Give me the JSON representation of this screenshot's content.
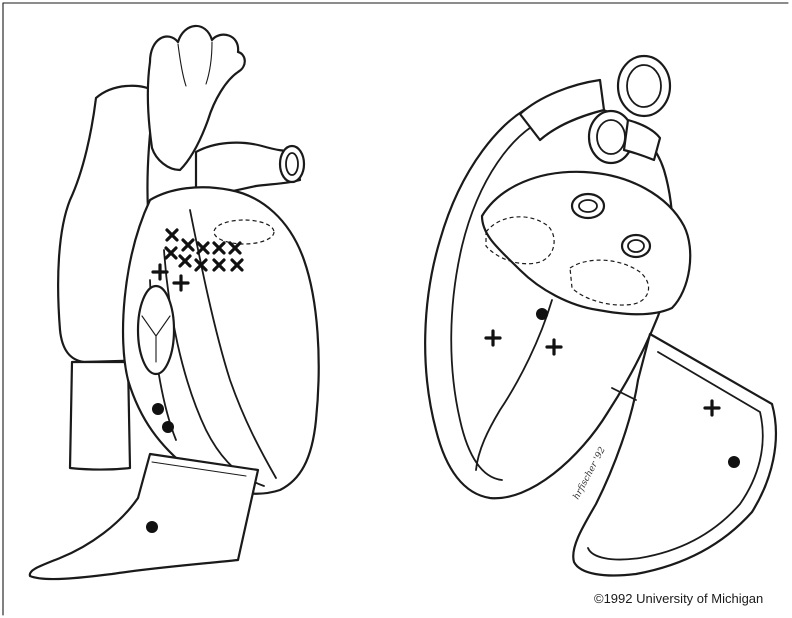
{
  "copyright": "©1992 University of Michigan",
  "signature": "hrfischer '92",
  "colors": {
    "ink": "#1a1a1a",
    "paper": "#ffffff"
  },
  "markers": {
    "x_count": 10,
    "plus_count_left": 2,
    "dot_count_left": 3,
    "plus_count_right": 3,
    "dot_count_right": 2
  }
}
